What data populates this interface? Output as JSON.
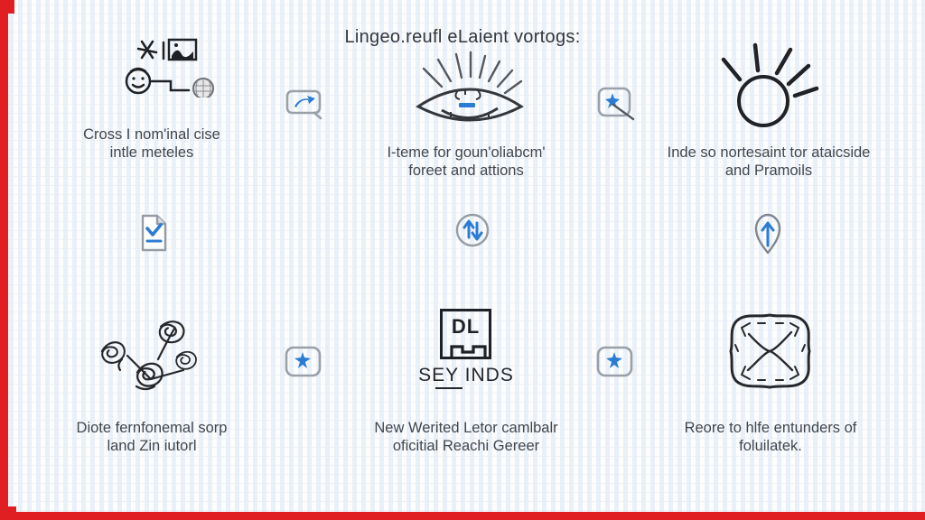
{
  "title": "Lingeo.reufl eLaient vortogs:",
  "colors": {
    "accent_blue": "#2b7cd3",
    "sketch_dark": "#26282c",
    "outline_gray": "#9aa0a8",
    "edge_red": "#e01f23",
    "text_gray": "#41464d",
    "background": "#fdfdfe"
  },
  "features": {
    "top_left": {
      "icon": "workflow-cluster-icon",
      "line1": "Cross I nom'inal cise",
      "line2": "intle meteles"
    },
    "top_center": {
      "icon": "eye-lashes-icon",
      "line1": "I-teme for goun'oliabcm'",
      "line2": "foreet and attions"
    },
    "top_right": {
      "icon": "sun-rays-icon",
      "line1": "Inde so nortesaint tor ataicside",
      "line2": "and Pramoils"
    },
    "bottom_left": {
      "icon": "roses-sketch-icon",
      "line1": "Diote fernfonemal sorp",
      "line2": "land Zin iutorl"
    },
    "bottom_center": {
      "icon": "dl-box-icon",
      "box_label": "DL",
      "subtitle": "SEY INDS",
      "line1": "New Werited Letor camlbalr",
      "line2": "oficitial Reachi Gereer"
    },
    "bottom_right": {
      "icon": "pillow-x-icon",
      "line1": "Reore to hlfe entunders of",
      "line2": "foluilatek."
    }
  },
  "small_icons": [
    "chat-forward-icon",
    "square-sparkle-diagonal-icon",
    "document-check-icon",
    "circle-sort-arrows-icon",
    "pin-up-arrow-icon",
    "square-star-icon",
    "square-star-icon"
  ]
}
